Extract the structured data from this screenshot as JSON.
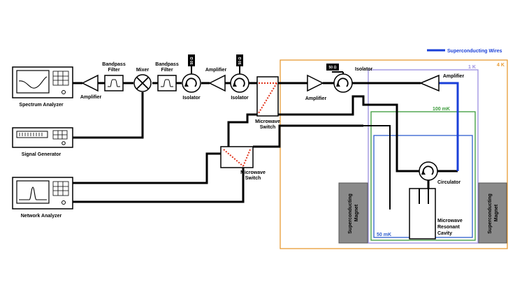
{
  "legend": {
    "label": "Superconducting Wires",
    "color": "#1a3fd8"
  },
  "stages": {
    "k4": {
      "label": "4 K",
      "color": "#e89a32"
    },
    "k1": {
      "label": "1 K",
      "color": "#9a8fe0"
    },
    "mk100": {
      "label": "100 mK",
      "color": "#3a9a3a"
    },
    "mk50": {
      "label": "50 mK",
      "color": "#2f5fcf"
    }
  },
  "instruments": {
    "spectrum_analyzer": "Spectrum Analyzer",
    "signal_generator": "Signal Generator",
    "network_analyzer": "Network Analyzer"
  },
  "components": {
    "amplifier_left": "Amplifier",
    "bandpass_filter_1": [
      "Bandpass",
      "Filter"
    ],
    "mixer": "Mixer",
    "bandpass_filter_2": [
      "Bandpass",
      "Filter"
    ],
    "isolator_1": "Isolator",
    "amplifier_mid": "Amplifier",
    "isolator_2": "Isolator",
    "microwave_switch_1": [
      "Microwave",
      "Switch"
    ],
    "microwave_switch_2": [
      "Microwave",
      "Switch"
    ],
    "amplifier_4k": "Amplifier",
    "isolator_4k": "Isolator",
    "amplifier_1k": "Amplifier",
    "circulator": "Circulator",
    "cavity": [
      "Microwave",
      "Resonant",
      "Cavity"
    ],
    "termination": "50 Ω"
  },
  "magnets": {
    "left": [
      "Superconducting",
      "Magnet"
    ],
    "right": [
      "Superconducting",
      "Magnet"
    ]
  }
}
